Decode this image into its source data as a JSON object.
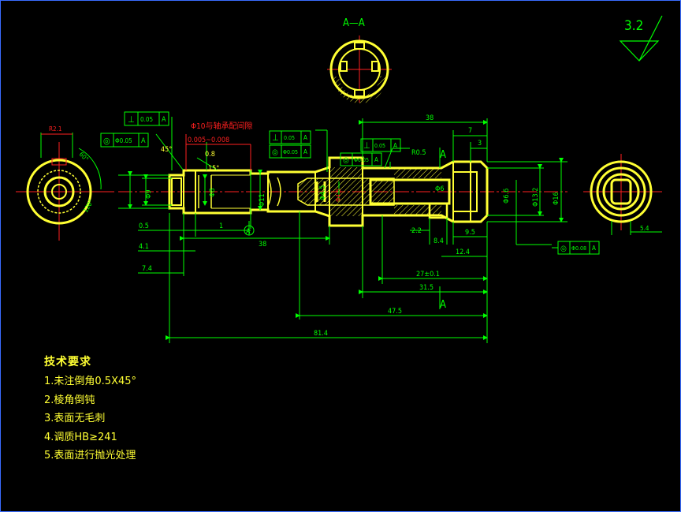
{
  "title_section": "A—A",
  "roughness": "3.2",
  "section_mark": "A",
  "red_notes": {
    "fit": "Φ10与轴承配间隙",
    "tolerance": "0.005~0.008",
    "angle45": "45°",
    "dim08": "0.8",
    "angle15": "15°",
    "r05": "R0.5"
  },
  "gdt": [
    {
      "sym": "⊥",
      "tol": "0.05",
      "datum": "A"
    },
    {
      "sym": "◎",
      "tol": "Φ0.05",
      "datum": "A"
    },
    {
      "sym": "⊥",
      "tol": "0.05",
      "datum": "A"
    },
    {
      "sym": "◎",
      "tol": "Φ0.05",
      "datum": "A"
    },
    {
      "sym": "⊥",
      "tol": "0.05",
      "datum": "A"
    },
    {
      "sym": "◎",
      "tol": "Φ0.05",
      "datum": "A"
    },
    {
      "sym": "◎",
      "tol": "Φ0.08",
      "datum": "A"
    }
  ],
  "dims": {
    "d38_top": "38",
    "d7": "7",
    "d3": "3",
    "d05": "0.5",
    "d1": "1",
    "d41": "4.1",
    "d74": "7.4",
    "d38_bot": "38",
    "d22": "2.2",
    "d84": "8.4",
    "d95": "9.5",
    "d124": "12.4",
    "d27": "27±0.1",
    "d315": "31.5",
    "d475": "47.5",
    "d814": "81.4",
    "d54": "5.4",
    "phi11": "Φ11",
    "phi9": "Φ9",
    "phi8": "Φ8",
    "phi45": "Φ4.5",
    "phi66": "Φ6.6",
    "phi132": "Φ13.2",
    "phi16": "Φ16",
    "phi6": "Φ6",
    "r21": "R2.1"
  },
  "notes": {
    "title": "技术要求",
    "items": [
      "1.未注倒角0.5X45°",
      "2.棱角倒钝",
      "3.表面无毛刺",
      "4.调质HB≥241",
      "5.表面进行抛光处理"
    ]
  }
}
